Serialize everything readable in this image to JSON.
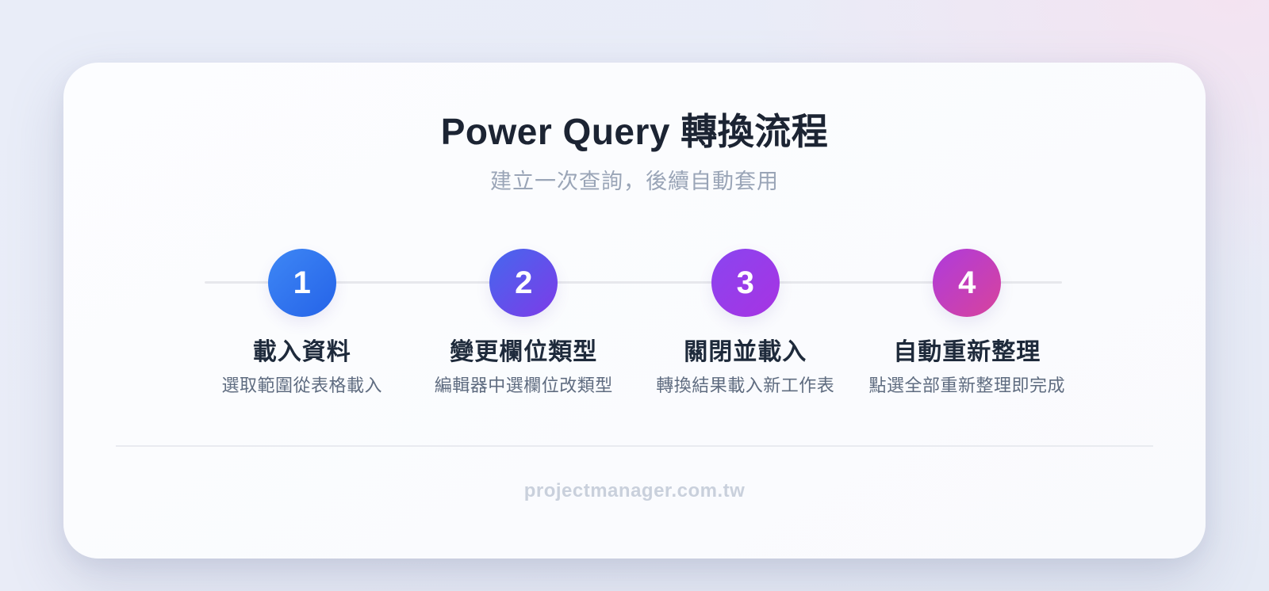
{
  "header": {
    "title": "Power Query 轉換流程",
    "subtitle": "建立一次查詢，後續自動套用"
  },
  "steps": [
    {
      "number": "1",
      "title": "載入資料",
      "description": "選取範圍從表格載入",
      "gradient_from": "#3E87F5",
      "gradient_to": "#2563E8"
    },
    {
      "number": "2",
      "title": "變更欄位類型",
      "description": "編輯器中選欄位改類型",
      "gradient_from": "#4568EE",
      "gradient_to": "#7D3BE8"
    },
    {
      "number": "3",
      "title": "關閉並載入",
      "description": "轉換結果載入新工作表",
      "gradient_from": "#8A45F0",
      "gradient_to": "#A733E2"
    },
    {
      "number": "4",
      "title": "自動重新整理",
      "description": "點選全部重新整理即完成",
      "gradient_from": "#AE3BDC",
      "gradient_to": "#D8439C"
    }
  ],
  "footer": {
    "text": "projectmanager.com.tw"
  },
  "colors": {
    "background": "#E9EDF7",
    "background_pink_tint": "#F7E0EF",
    "card": "#FBFCFE",
    "title_text": "#1C2433",
    "subtitle_text": "#9AA5B7",
    "step_title_text": "#1E2A3B",
    "step_description_text": "#5F6C80",
    "step_number_text": "#FFFFFF",
    "connector_line": "#E7E8EC",
    "divider": "#E9EBF0",
    "footer_text": "#C9D0DC"
  }
}
